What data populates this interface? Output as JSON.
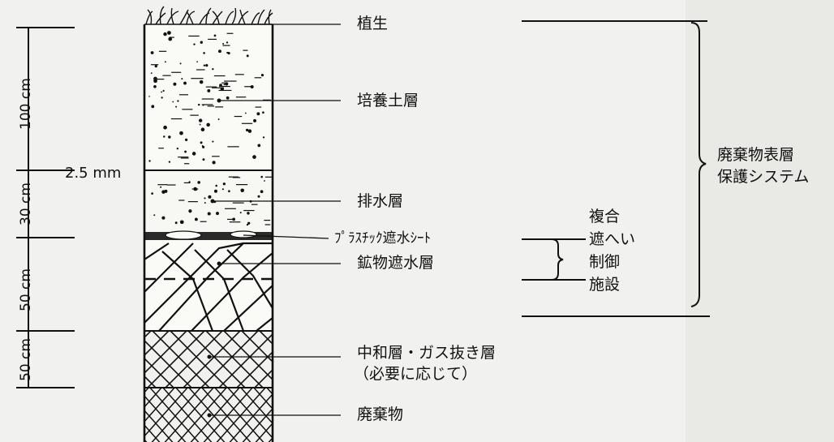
{
  "layers": {
    "vegetation": "植生",
    "culture_soil": "培養土層",
    "drainage": "排水層",
    "plastic_sheet": "ﾌﾟﾗｽﾁｯｸ遮水ｼｰﾄ",
    "mineral_barrier": "鉱物遮水層",
    "neutralization_line1": "中和層・ガス抜き層",
    "neutralization_line2": "（必要に応じて）",
    "waste": "廃棄物"
  },
  "thickness": {
    "soil": "100 cm",
    "drain": "30 cm",
    "mineral": "50 cm",
    "neutral": "50 cm",
    "sheet": "2.5 mm"
  },
  "groups": {
    "composite": [
      "複合",
      "遮へい",
      "制御",
      "施設"
    ],
    "system_line1": "廃棄物表層",
    "system_line2": "保護システム"
  }
}
